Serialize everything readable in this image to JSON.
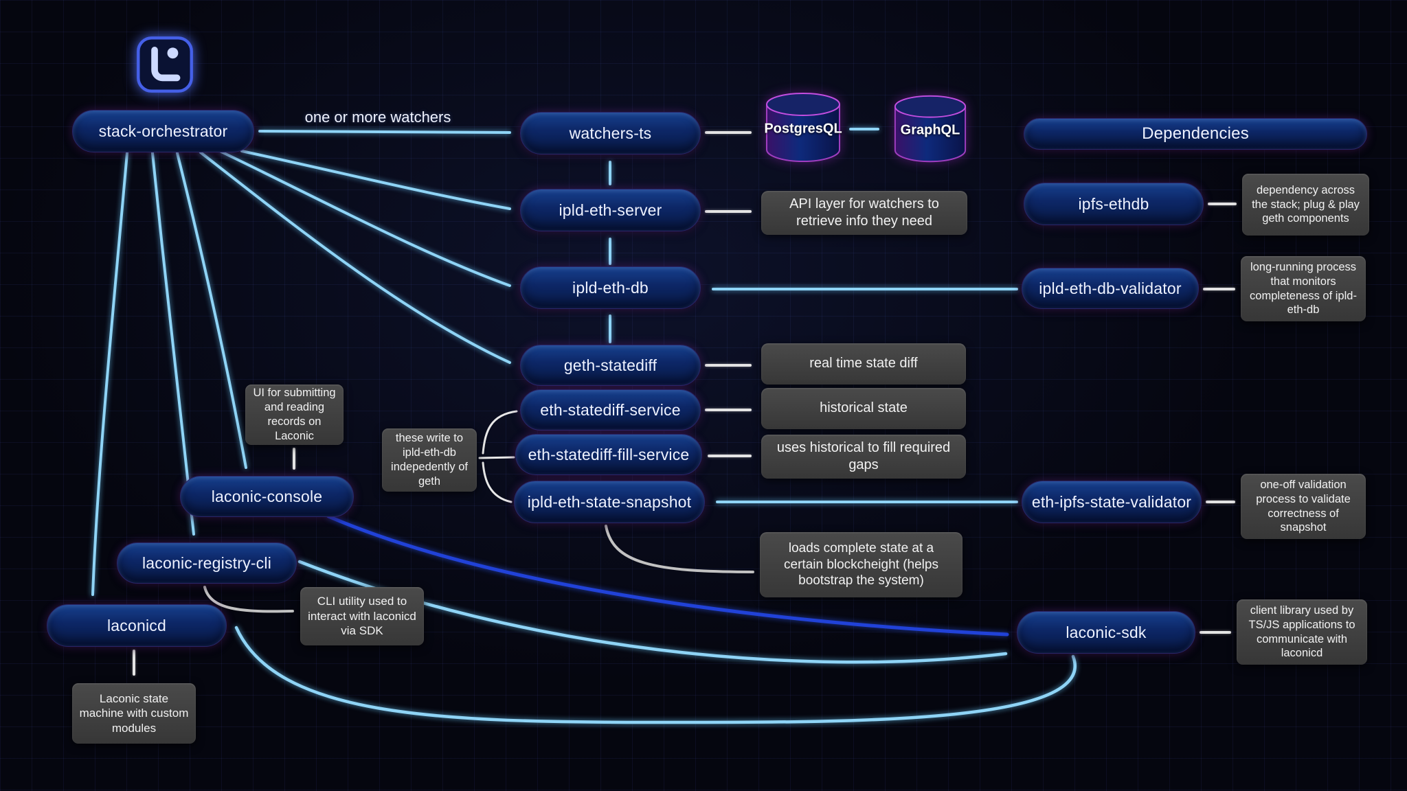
{
  "labels": {
    "watchers_note": "one or more watchers"
  },
  "nodes": {
    "stack_orchestrator": {
      "label": "stack-orchestrator"
    },
    "watchers_ts": {
      "label": "watchers-ts"
    },
    "postgresql": {
      "label": "PostgresQL"
    },
    "graphql": {
      "label": "GraphQL"
    },
    "dependencies_header": {
      "label": "Dependencies"
    },
    "ipld_eth_server": {
      "label": "ipld-eth-server"
    },
    "ipfs_ethdb": {
      "label": "ipfs-ethdb"
    },
    "ipld_eth_db": {
      "label": "ipld-eth-db"
    },
    "ipld_eth_db_validator": {
      "label": "ipld-eth-db-validator"
    },
    "geth_statediff": {
      "label": "geth-statediff"
    },
    "eth_statediff_service": {
      "label": "eth-statediff-service"
    },
    "eth_statediff_fill_service": {
      "label": "eth-statediff-fill-service"
    },
    "ipld_eth_state_snapshot": {
      "label": "ipld-eth-state-snapshot"
    },
    "eth_ipfs_state_validator": {
      "label": "eth-ipfs-state-validator"
    },
    "laconic_console": {
      "label": "laconic-console"
    },
    "laconic_registry_cli": {
      "label": "laconic-registry-cli"
    },
    "laconicd": {
      "label": "laconicd"
    },
    "laconic_sdk": {
      "label": "laconic-sdk"
    }
  },
  "notes": {
    "api_layer": "API layer for watchers to retrieve info they need",
    "ipfs_ethdb_note": "dependency across the stack; plug & play geth components",
    "db_validator_note": "long-running process that monitors completeness of ipld-eth-db",
    "real_time": "real time state diff",
    "historical_state": "historical state",
    "fill_gaps": "uses historical to fill required gaps",
    "write_independently": "these write to ipld-eth-db indepedently of geth",
    "ui_console": "UI for submitting and reading records on Laconic",
    "snapshot_validator_note": "one-off validation process to validate correctness of snapshot",
    "loads_state": "loads complete state at a certain blockcheight (helps bootstrap the system)",
    "cli_utility": "CLI utility used to interact with laconicd via SDK",
    "laconic_state_machine": "Laconic state machine with custom modules",
    "sdk_note": "client library used by TS/JS applications to communicate with laconicd"
  },
  "colors": {
    "background": "#05060f",
    "node_fill": "#0d2767",
    "cyan_arrow": "#8fd4f6",
    "white_arrow": "#e4e4e4",
    "blue_arrow": "#2142d8",
    "note_bg": "#3f3f3f",
    "magenta_glow": "#aa3cd7"
  }
}
